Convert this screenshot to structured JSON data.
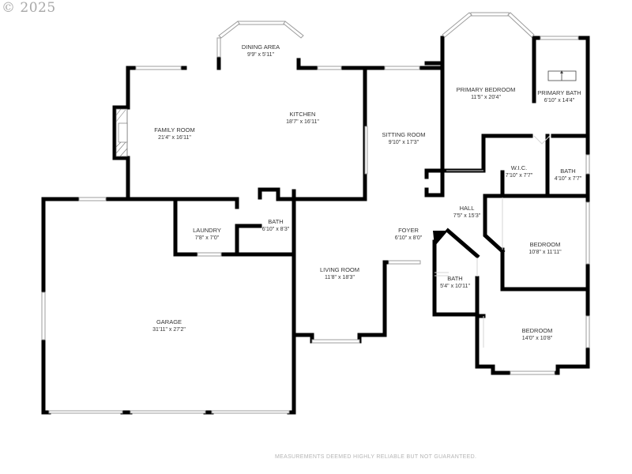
{
  "copyright": "© 2025",
  "disclaimer": "MEASUREMENTS DEEMED HIGHLY RELIABLE BUT NOT GUARANTEED.",
  "colors": {
    "wall": "#000000",
    "window": "#cfcfcf",
    "label": "#333333",
    "watermark": "#a8a8a8"
  },
  "rooms": [
    {
      "id": "dining-area",
      "name": "DINING AREA",
      "dims": "9'9\" x 5'11\""
    },
    {
      "id": "kitchen",
      "name": "KITCHEN",
      "dims": "18'7\" x 16'11\""
    },
    {
      "id": "family-room",
      "name": "FAMILY ROOM",
      "dims": "21'4\" x 16'11\""
    },
    {
      "id": "sitting-room",
      "name": "SITTING ROOM",
      "dims": "9'10\" x 17'3\""
    },
    {
      "id": "primary-bedroom",
      "name": "PRIMARY BEDROOM",
      "dims": "11'5\" x 20'4\""
    },
    {
      "id": "primary-bath",
      "name": "PRIMARY BATH",
      "dims": "6'10\" x 14'4\""
    },
    {
      "id": "wic",
      "name": "W.I.C.",
      "dims": "7'10\" x 7'7\""
    },
    {
      "id": "bath-1",
      "name": "BATH",
      "dims": "4'10\" x 7'7\""
    },
    {
      "id": "hall",
      "name": "HALL",
      "dims": "7'5\" x 15'3\""
    },
    {
      "id": "laundry",
      "name": "LAUNDRY",
      "dims": "7'8\" x 7'0\""
    },
    {
      "id": "bath-2",
      "name": "BATH",
      "dims": "6'10\" x 8'3\""
    },
    {
      "id": "foyer",
      "name": "FOYER",
      "dims": "6'10\" x 8'0\""
    },
    {
      "id": "bedroom-1",
      "name": "BEDROOM",
      "dims": "10'8\" x 11'11\""
    },
    {
      "id": "bath-3",
      "name": "BATH",
      "dims": "5'4\" x 10'11\""
    },
    {
      "id": "living-room",
      "name": "LIVING ROOM",
      "dims": "11'8\" x 18'3\""
    },
    {
      "id": "bedroom-2",
      "name": "BEDROOM",
      "dims": "14'0\" x 10'8\""
    },
    {
      "id": "garage",
      "name": "GARAGE",
      "dims": "31'11\" x 27'2\""
    }
  ]
}
